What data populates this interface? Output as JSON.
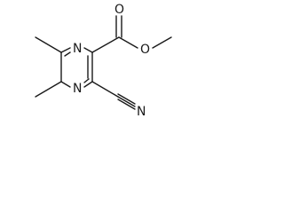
{
  "molecule": {
    "atoms": {
      "ring_n_top": "N",
      "ring_n_bottom": "N",
      "carbonyl_o": "O",
      "ester_o": "O",
      "nitrile_n": "N"
    }
  }
}
